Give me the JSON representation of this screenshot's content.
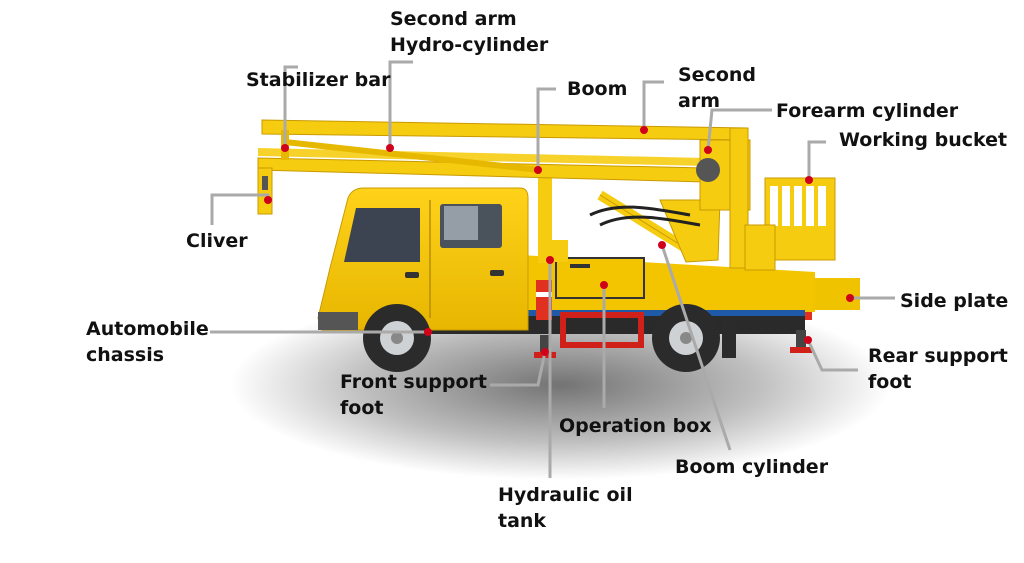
{
  "labels": {
    "second_arm_hydro": [
      "Second arm",
      "Hydro-cylinder"
    ],
    "stabilizer_bar": "Stabilizer bar",
    "boom": "Boom",
    "second_arm": [
      "Second",
      "arm"
    ],
    "forearm_cylinder": "Forearm cylinder",
    "working_bucket": "Working bucket",
    "cliver": "Cliver",
    "side_plate": "Side plate",
    "automobile_chassis": [
      "Automobile",
      "chassis"
    ],
    "rear_support_foot": [
      "Rear support",
      "foot"
    ],
    "front_support_foot": [
      "Front support",
      "foot"
    ],
    "operation_box": "Operation box",
    "boom_cylinder": "Boom cylinder",
    "hydraulic_oil_tank": [
      "Hydraulic oil",
      "tank"
    ]
  },
  "colors": {
    "truck_body": "#f2c500",
    "boom_yellow": "#f5cc10",
    "marker": "#d0021b",
    "leader_line": "#aaaaaa",
    "wheel": "#2b2b2b",
    "chassis_stripe": "#1f5aa8"
  }
}
